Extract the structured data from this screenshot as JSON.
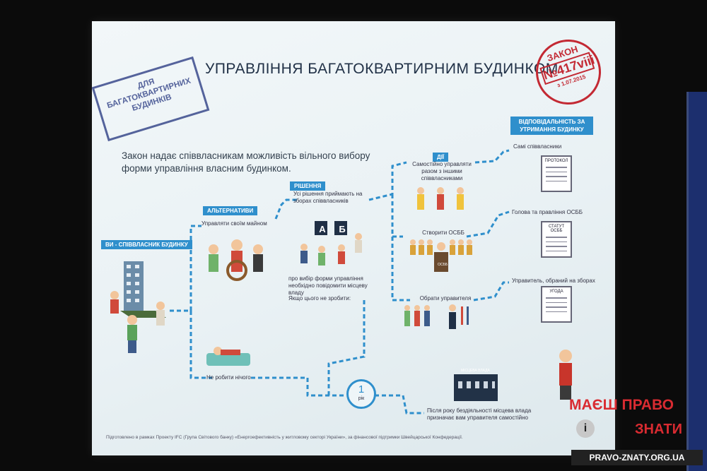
{
  "slide": {
    "stamp_left": [
      "ДЛЯ",
      "БАГАТОКВАРТИРНИХ",
      "БУДИНКІВ"
    ],
    "title": "УПРАВЛІННЯ БАГАТОКВАРТИРНИМ БУДИНКОМ",
    "stamp_right": {
      "top": "ЗАКОН",
      "number": "№417viii",
      "date": "з 1.07.2015"
    },
    "intro": "Закон надає співвласникам можливість вільного вибору форми управління власним будинком.",
    "owner_badge": "ВИ - СПІВВЛАСНИК БУДИНКУ",
    "alternatives_badge": "АЛЬТЕРНАТИВИ",
    "alt_manage": "Управляти своїм майном",
    "alt_nothing": "Не робити нічого",
    "decision_badge": "РІШЕННЯ",
    "decision_text": "Усі рішення приймають на зборах співвласників",
    "ballot_a": "А",
    "ballot_b": "Б",
    "notify_text": "про вибір форми управління необхідно повідомити місцеву владу",
    "if_not_text": "Якщо цього не зробити:",
    "year_num": "1",
    "year_label": "рік",
    "actions_badge": "ДІЇ",
    "action_self": "Самостійно управляти разом з іншими співвласниками",
    "action_osbb": "Створити ОСББ",
    "action_manager": "Обрати управителя",
    "osbb_sign": "ОСББ",
    "resp_badge": "ВІДПОВІДАЛЬНІСТЬ ЗА УТРИМАННЯ БУДИНКУ",
    "resp_self": "Самі співвласники",
    "resp_osbb": "Голова та правління ОСББ",
    "resp_manager": "Управитель, обраний на зборах",
    "doc_protocol": "ПРОТОКОЛ",
    "doc_statute": "СТАТУТ ОСББ",
    "doc_contract": "УГОДА",
    "authority_label": "МІСЦЕВА ВЛАДА",
    "after_year_text": "Після року бездіяльності місцева влада призначає вам управителя самостійно",
    "footer": "Підготовлено в рамках Проекту IFC (Група Світового банку) «Енергоефективність у житловому секторі України», за фінансової підтримки Швейцарської Конфедерації."
  },
  "watermark": {
    "line1": "МАЄШ ПРАВО",
    "line2": "ЗНАТИ",
    "url": "PRAVO-ZNATY.ORG.UA",
    "icon_letter": "i"
  },
  "colors": {
    "accent": "#2f8fcc",
    "stamp_red": "#c32933",
    "stamp_blue": "#3a4a8c",
    "watermark_red": "#d92b31"
  }
}
